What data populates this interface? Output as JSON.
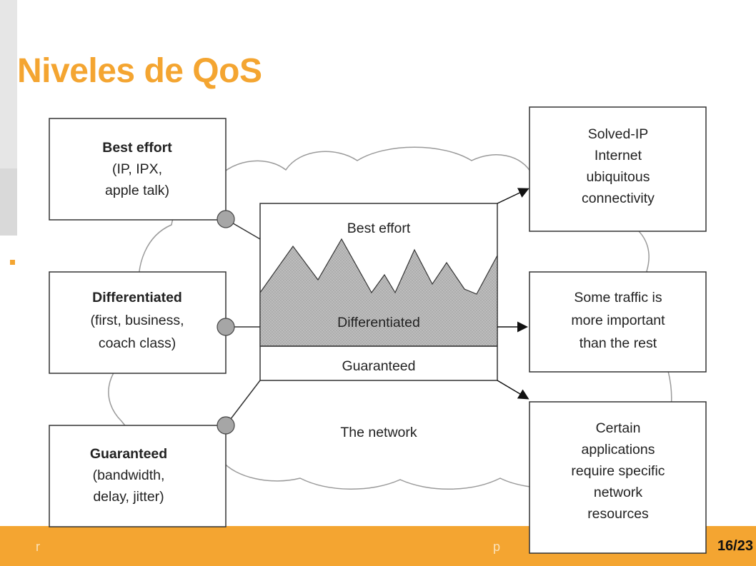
{
  "title": "Niveles de QoS",
  "page_number": "16/23",
  "footer_left": "r",
  "footer_mid": "p",
  "left_boxes": [
    {
      "heading": "Best effort",
      "lines": [
        "(IP, IPX,",
        "apple talk)"
      ]
    },
    {
      "heading": "Differentiated",
      "lines": [
        "(first, business,",
        "coach class)"
      ]
    },
    {
      "heading": "Guaranteed",
      "lines": [
        "(bandwidth,",
        "delay, jitter)"
      ]
    }
  ],
  "center": {
    "best_effort": "Best effort",
    "differentiated": "Differentiated",
    "guaranteed": "Guaranteed",
    "network": "The network"
  },
  "right_boxes": [
    {
      "lines": [
        "Solved-IP",
        "Internet",
        "ubiquitous",
        "connectivity"
      ]
    },
    {
      "lines": [
        "Some traffic is",
        "more important",
        "than the rest"
      ]
    },
    {
      "lines": [
        "Certain",
        "applications",
        "require specific",
        "network",
        "resources"
      ]
    }
  ],
  "colors": {
    "accent": "#f4a531",
    "shaded": "#b3b3b3",
    "node": "#a6a6a6"
  }
}
